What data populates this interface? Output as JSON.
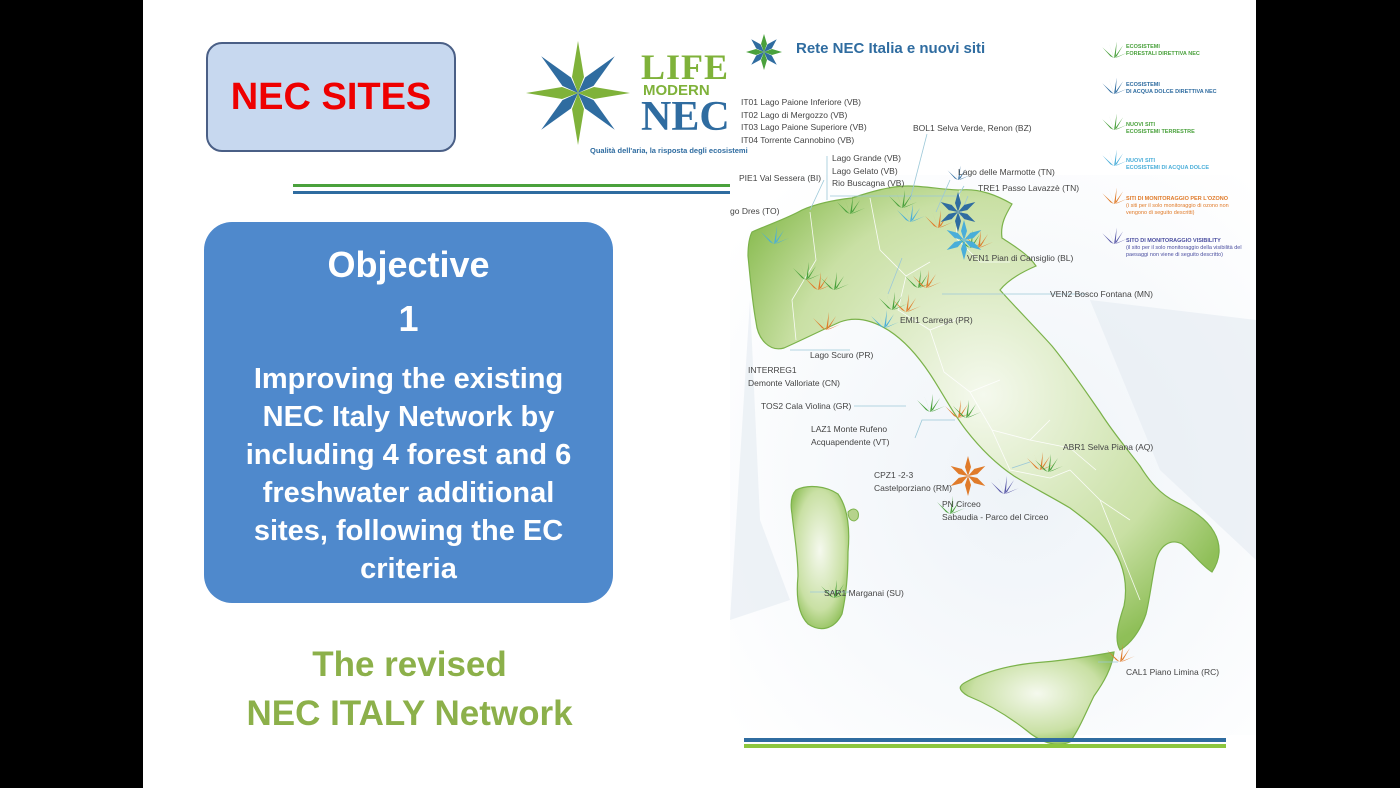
{
  "slide": {
    "title": "NEC SITES",
    "objective": {
      "heading": "Objective",
      "number": "1",
      "text": "Improving the existing NEC Italy Network by including 4 forest and 6 freshwater additional sites, following the EC criteria"
    },
    "caption_line1": "The revised",
    "caption_line2": "NEC ITALY Network"
  },
  "logo": {
    "life": "LIFE",
    "modern": "MODERN",
    "nec": "NEC",
    "tagline": "Qualità dell'aria, la risposta degli ecosistemi"
  },
  "map": {
    "title": "Rete NEC Italia e nuovi siti",
    "labels": {
      "it01": "IT01 Lago Paione Inferiore (VB)",
      "it02": "IT02 Lago di Mergozzo (VB)",
      "it03": "IT03 Lago Paione Superiore (VB)",
      "it04": "IT04 Torrente Cannobino (VB)",
      "bol1": "BOL1 Selva Verde, Renon (BZ)",
      "lago_grande": "Lago Grande (VB)",
      "lago_gelato": "Lago Gelato (VB)",
      "rio_buscagna": "Rio Buscagna (VB)",
      "pie1": "PIE1 Val Sessera (BI)",
      "lago_marmotte": "Lago delle Marmotte (TN)",
      "tre1": "TRE1 Passo Lavazzè (TN)",
      "dres": "go Dres (TO)",
      "ven1": "VEN1 Pian di Cansiglio (BL)",
      "ven2": "VEN2 Bosco Fontana (MN)",
      "emi1": "EMI1 Carrega (PR)",
      "lago_scuro": "Lago Scuro (PR)",
      "interreg1_a": "INTERREG1",
      "interreg1_b": "Demonte Valloriate (CN)",
      "tos2": "TOS2 Cala Violina (GR)",
      "laz1_a": "LAZ1 Monte Rufeno",
      "laz1_b": "Acquapendente (VT)",
      "abr1": "ABR1 Selva Piana (AQ)",
      "cpz1_a": "CPZ1 -2-3",
      "cpz1_b": "Castelporziano (RM)",
      "pn_circeo_a": "PN Circeo",
      "pn_circeo_b": "Sabaudia - Parco del Circeo",
      "sar1": "SAR1 Marganai (SU)",
      "cal1": "CAL1 Piano Limina (RC)"
    },
    "legend": [
      {
        "title": "ECOSISTEMI",
        "sub": "FORESTALI DIRETTIVA NEC",
        "color": "#4aa13c"
      },
      {
        "title": "ECOSISTEMI",
        "sub": "DI ACQUA DOLCE DIRETTIVA NEC",
        "color": "#2f6ca0"
      },
      {
        "title": "NUOVI SITI",
        "sub": "ECOSISTEMI TERRESTRE",
        "color": "#4aa13c"
      },
      {
        "title": "NUOVI SITI",
        "sub": "ECOSISTEMI DI ACQUA DOLCE",
        "color": "#4aaed9"
      },
      {
        "title": "SITI DI MONITORAGGIO PER L'OZONO",
        "sub": "(i siti per il solo monitoraggio di ozono non vengono di seguito descritti)",
        "color": "#e07b2a"
      },
      {
        "title": "SITO DI MONITORAGGIO VISIBILITY",
        "sub": "(il sito per il solo monitoraggio della visibilità del paesaggi non viene di seguito descritto)",
        "color": "#4b4fa0"
      }
    ],
    "colors": {
      "land": "#a9cf7a",
      "forest_marker": "#4aa13c",
      "freshwater_marker": "#4aaed9",
      "ozone_marker": "#e07b2a",
      "visibility_marker": "#5a5aa8"
    }
  }
}
